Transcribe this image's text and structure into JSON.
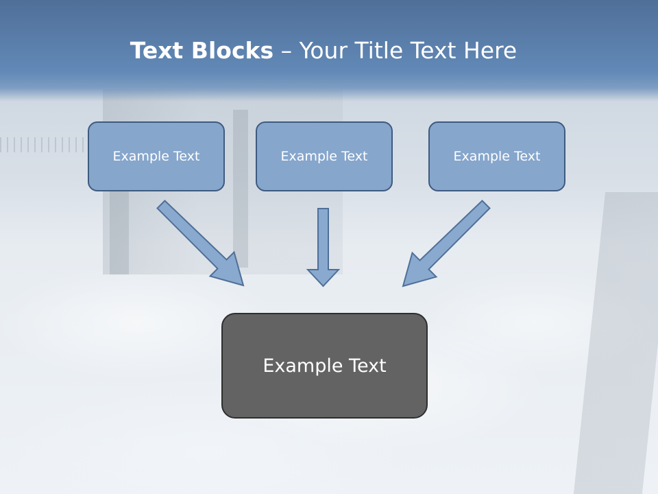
{
  "slide": {
    "title_bold": "Text Blocks",
    "title_dash": "–",
    "title_rest": "Your Title Text Here"
  },
  "boxes": {
    "top_left": "Example Text",
    "top_center": "Example Text",
    "top_right": "Example Text",
    "bottom": "Example Text"
  },
  "colors": {
    "title_band": "#6289b7",
    "top_box_fill": "#86a6cc",
    "top_box_border": "#3e5a80",
    "bottom_box_fill": "#636363",
    "arrow_fill": "#89a9cf"
  }
}
